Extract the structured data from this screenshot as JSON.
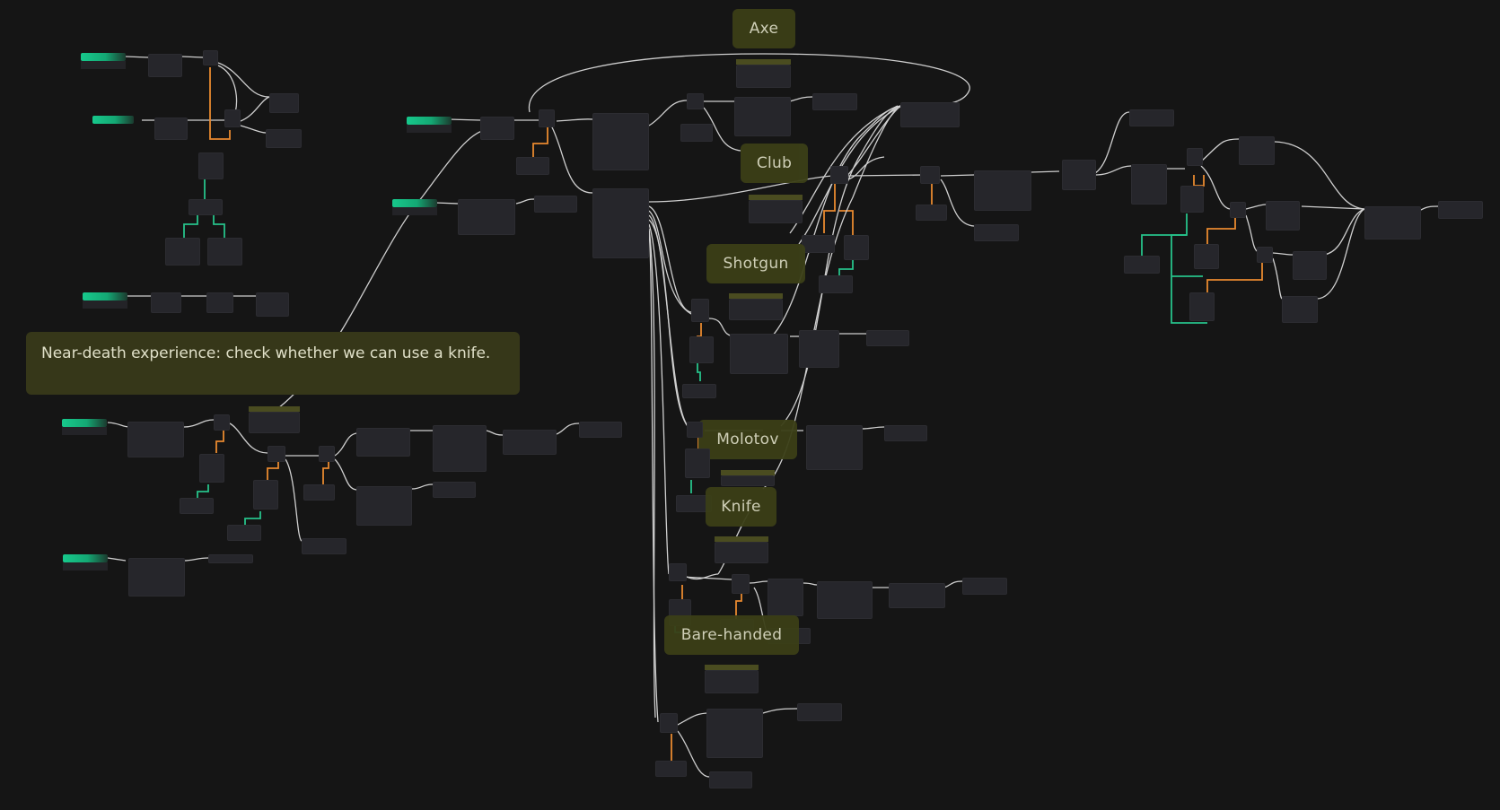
{
  "comment": {
    "text": "Near-death experience: check whether we can use a knife."
  },
  "labels": {
    "axe": "Axe",
    "club": "Club",
    "shotgun": "Shotgun",
    "molotov": "Molotov",
    "knife": "Knife",
    "bare_handed": "Bare-handed"
  },
  "colors": {
    "background": "#151515",
    "node": "#26262b",
    "event": "#17c98c",
    "exec_wire": "#cfcfcf",
    "orange_wire": "#e8892f",
    "green_wire": "#26c28a",
    "label": "#3b3f17"
  }
}
